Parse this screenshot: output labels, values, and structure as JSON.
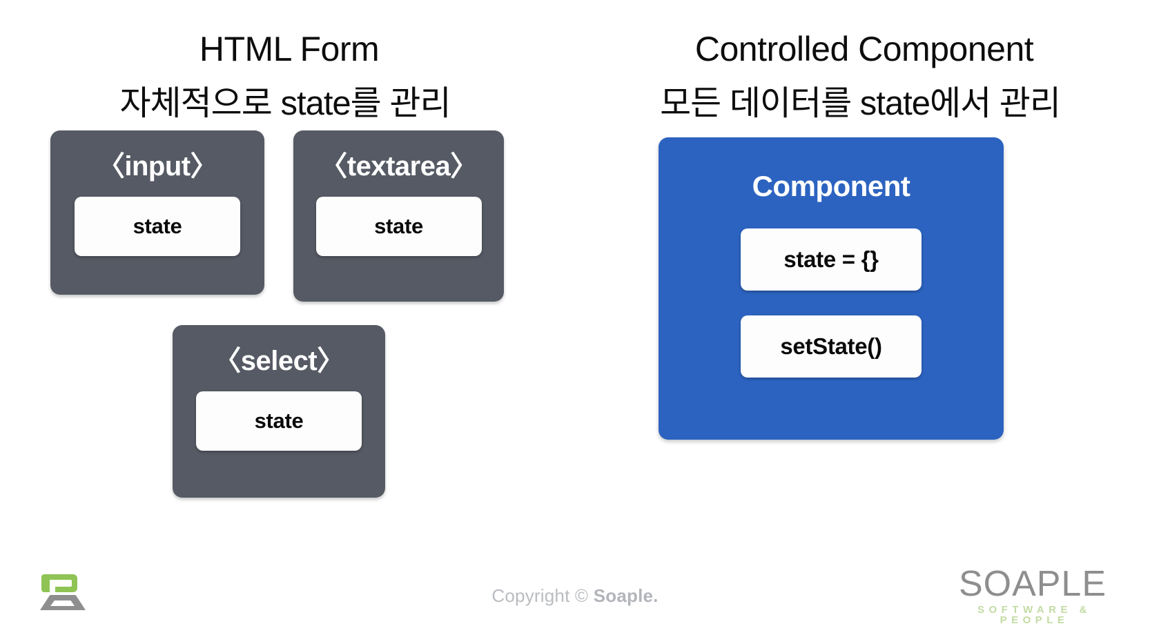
{
  "slide": {
    "background": "#ffffff",
    "accent_blue": "#2c63c0",
    "accent_grey": "#555a64",
    "accent_green": "#8fc455"
  },
  "left_column": {
    "title": "HTML Form",
    "subtitle": "자체적으로 state를 관리",
    "boxes": [
      {
        "tag": "〈input〉",
        "value": "state"
      },
      {
        "tag": "〈textarea〉",
        "value": "state"
      },
      {
        "tag": "〈select〉",
        "value": "state"
      }
    ]
  },
  "right_column": {
    "title": "Controlled Component",
    "subtitle": "모든 데이터를 state에서 관리",
    "component": {
      "title": "Component",
      "items": [
        {
          "label": "state = {}"
        },
        {
          "label": "setState()"
        }
      ]
    }
  },
  "footer": {
    "copyright_prefix": "Copyright © ",
    "copyright_brand": "Soaple.",
    "logo": {
      "word": "SOAPLE",
      "tagline": "SOFTWARE & PEOPLE"
    }
  }
}
